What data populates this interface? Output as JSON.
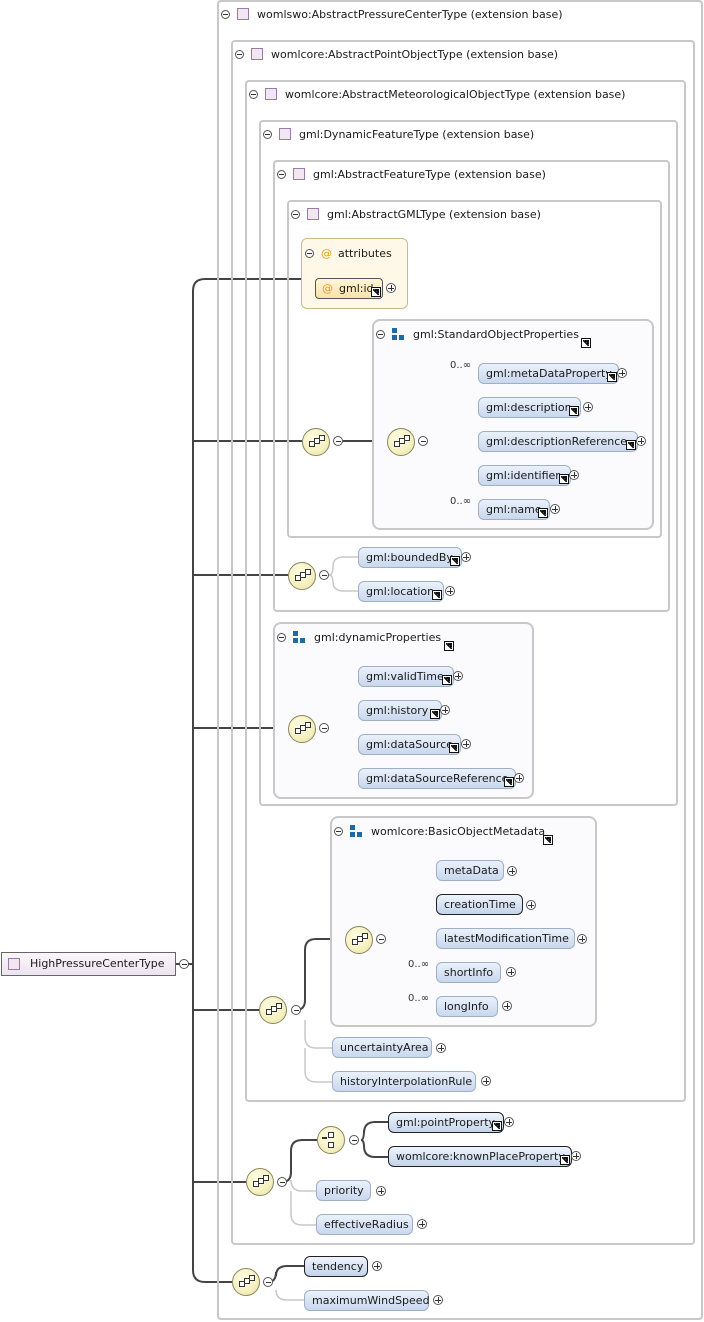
{
  "root": {
    "label": "HighPressureCenterType"
  },
  "types": [
    {
      "label": "womlswo:AbstractPressureCenterType (extension base)"
    },
    {
      "label": "womlcore:AbstractPointObjectType (extension base)"
    },
    {
      "label": "womlcore:AbstractMeteorologicalObjectType (extension base)"
    },
    {
      "label": "gml:DynamicFeatureType (extension base)"
    },
    {
      "label": "gml:AbstractFeatureType (extension base)"
    },
    {
      "label": "gml:AbstractGMLType (extension base)"
    }
  ],
  "attributes": {
    "title": "attributes",
    "at_symbol": "@",
    "items": [
      {
        "label": "gml:id"
      }
    ]
  },
  "groups": {
    "standard_object_properties": {
      "label": "gml:StandardObjectProperties"
    },
    "dynamic_properties": {
      "label": "gml:dynamicProperties"
    },
    "basic_object_metadata": {
      "label": "womlcore:BasicObjectMetadata"
    }
  },
  "elements": {
    "metaDataProperty": "gml:metaDataProperty",
    "description": "gml:description",
    "descriptionReference": "gml:descriptionReference",
    "identifier": "gml:identifier",
    "name": "gml:name",
    "boundedBy": "gml:boundedBy",
    "location": "gml:location",
    "validTime": "gml:validTime",
    "history": "gml:history",
    "dataSource": "gml:dataSource",
    "dataSourceReference": "gml:dataSourceReference",
    "metaData": "metaData",
    "creationTime": "creationTime",
    "latestModificationTime": "latestModificationTime",
    "shortInfo": "shortInfo",
    "longInfo": "longInfo",
    "uncertaintyArea": "uncertaintyArea",
    "historyInterpolationRule": "historyInterpolationRule",
    "pointProperty": "gml:pointProperty",
    "knownPlaceProperty": "womlcore:knownPlaceProperty",
    "priority": "priority",
    "effectiveRadius": "effectiveRadius",
    "tendency": "tendency",
    "maximumWindSpeed": "maximumWindSpeed"
  },
  "cardinality": {
    "metaDataProperty": "0..∞",
    "name": "0..∞",
    "shortInfo": "0..∞",
    "longInfo": "0..∞"
  },
  "colors": {
    "frame": "#c8c8c8",
    "compositor": "#f4f0c0",
    "element": "#c9d8ee",
    "attribute": "#f8e2a8"
  }
}
